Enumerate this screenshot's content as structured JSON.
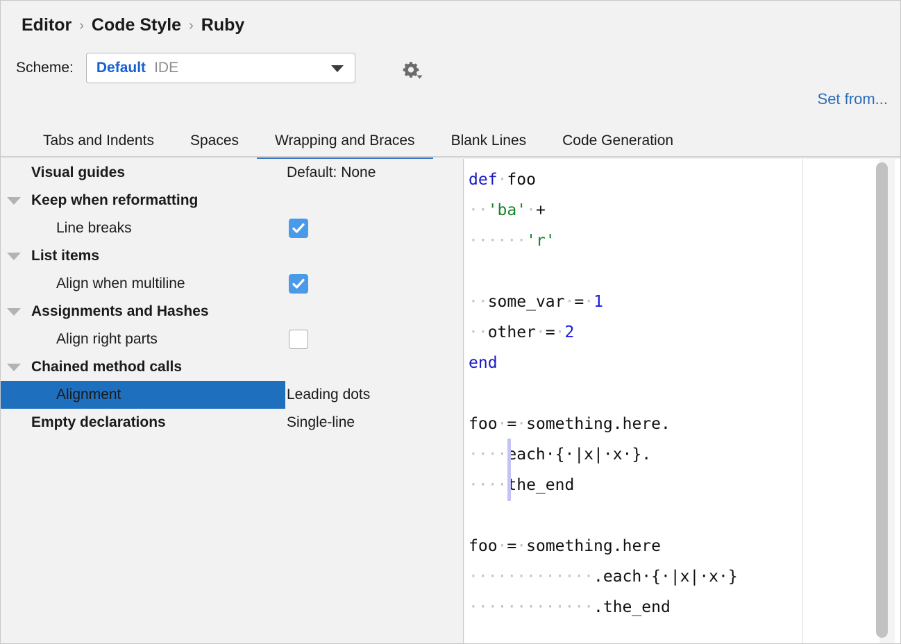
{
  "breadcrumb": {
    "items": [
      "Editor",
      "Code Style",
      "Ruby"
    ],
    "separator": "›"
  },
  "scheme": {
    "label": "Scheme:",
    "value": "Default",
    "scope": "IDE",
    "gear_icon": "gear-icon",
    "dropdown_icon": "chevron-down-icon"
  },
  "links": {
    "set_from": "Set from..."
  },
  "tabs": [
    {
      "label": "Tabs and Indents",
      "active": false
    },
    {
      "label": "Spaces",
      "active": false
    },
    {
      "label": "Wrapping and Braces",
      "active": true
    },
    {
      "label": "Blank Lines",
      "active": false
    },
    {
      "label": "Code Generation",
      "active": false
    }
  ],
  "tree": [
    {
      "label": "Visual guides",
      "type": "group",
      "arrow": false,
      "value": "Default: None"
    },
    {
      "label": "Keep when reformatting",
      "type": "group",
      "arrow": true
    },
    {
      "label": "Line breaks",
      "type": "leaf",
      "checkbox": true
    },
    {
      "label": "List items",
      "type": "group",
      "arrow": true
    },
    {
      "label": "Align when multiline",
      "type": "leaf",
      "checkbox": true
    },
    {
      "label": "Assignments and Hashes",
      "type": "group",
      "arrow": true
    },
    {
      "label": "Align right parts",
      "type": "leaf",
      "checkbox": false
    },
    {
      "label": "Chained method calls",
      "type": "group",
      "arrow": true
    },
    {
      "label": "Alignment",
      "type": "leaf",
      "value": "Leading dots",
      "selected": true
    },
    {
      "label": "Empty declarations",
      "type": "group",
      "arrow": false,
      "value": "Single-line"
    }
  ],
  "preview": {
    "lines": [
      [
        {
          "t": "def",
          "c": "kw"
        },
        {
          "t": "·",
          "c": "ws"
        },
        {
          "t": "foo",
          "c": ""
        }
      ],
      [
        {
          "t": "··",
          "c": "ws"
        },
        {
          "t": "'ba'",
          "c": "str"
        },
        {
          "t": "·",
          "c": "ws"
        },
        {
          "t": "+",
          "c": ""
        }
      ],
      [
        {
          "t": "······",
          "c": "ws"
        },
        {
          "t": "'r'",
          "c": "str"
        }
      ],
      [],
      [
        {
          "t": "··",
          "c": "ws"
        },
        {
          "t": "some_var",
          "c": ""
        },
        {
          "t": "·",
          "c": "ws"
        },
        {
          "t": "=",
          "c": ""
        },
        {
          "t": "·",
          "c": "ws"
        },
        {
          "t": "1",
          "c": "num"
        }
      ],
      [
        {
          "t": "··",
          "c": "ws"
        },
        {
          "t": "other",
          "c": ""
        },
        {
          "t": "·",
          "c": "ws"
        },
        {
          "t": "=",
          "c": ""
        },
        {
          "t": "·",
          "c": "ws"
        },
        {
          "t": "2",
          "c": "num"
        }
      ],
      [
        {
          "t": "end",
          "c": "kw"
        }
      ],
      [],
      [
        {
          "t": "foo",
          "c": ""
        },
        {
          "t": "·",
          "c": "ws"
        },
        {
          "t": "=",
          "c": ""
        },
        {
          "t": "·",
          "c": "ws"
        },
        {
          "t": "something.here.",
          "c": ""
        }
      ],
      [
        {
          "t": "····",
          "c": "ws"
        },
        {
          "t": "each·{·|x|·x·}.",
          "c": ""
        }
      ],
      [
        {
          "t": "····",
          "c": "ws"
        },
        {
          "t": "the_end",
          "c": ""
        }
      ],
      [],
      [
        {
          "t": "foo",
          "c": ""
        },
        {
          "t": "·",
          "c": "ws"
        },
        {
          "t": "=",
          "c": ""
        },
        {
          "t": "·",
          "c": "ws"
        },
        {
          "t": "something.here",
          "c": ""
        }
      ],
      [
        {
          "t": "·············",
          "c": "ws"
        },
        {
          "t": ".each·{·|x|·x·}",
          "c": ""
        }
      ],
      [
        {
          "t": "·············",
          "c": "ws"
        },
        {
          "t": ".the_end",
          "c": ""
        }
      ]
    ],
    "caret_column_lines": [
      9,
      10
    ],
    "selection_block_lines": [
      13,
      14
    ]
  },
  "colors": {
    "accent_blue": "#1f6fbf",
    "tab_underline": "#3c75c4",
    "link_blue": "#2a6db5",
    "scheme_blue": "#1761d2",
    "checkbox_on": "#4a9aea",
    "keyword": "#1919c4",
    "string": "#18842a",
    "number": "#1919e0",
    "selection_block": "#c6c6f7",
    "panel_bg": "#f2f2f2"
  }
}
